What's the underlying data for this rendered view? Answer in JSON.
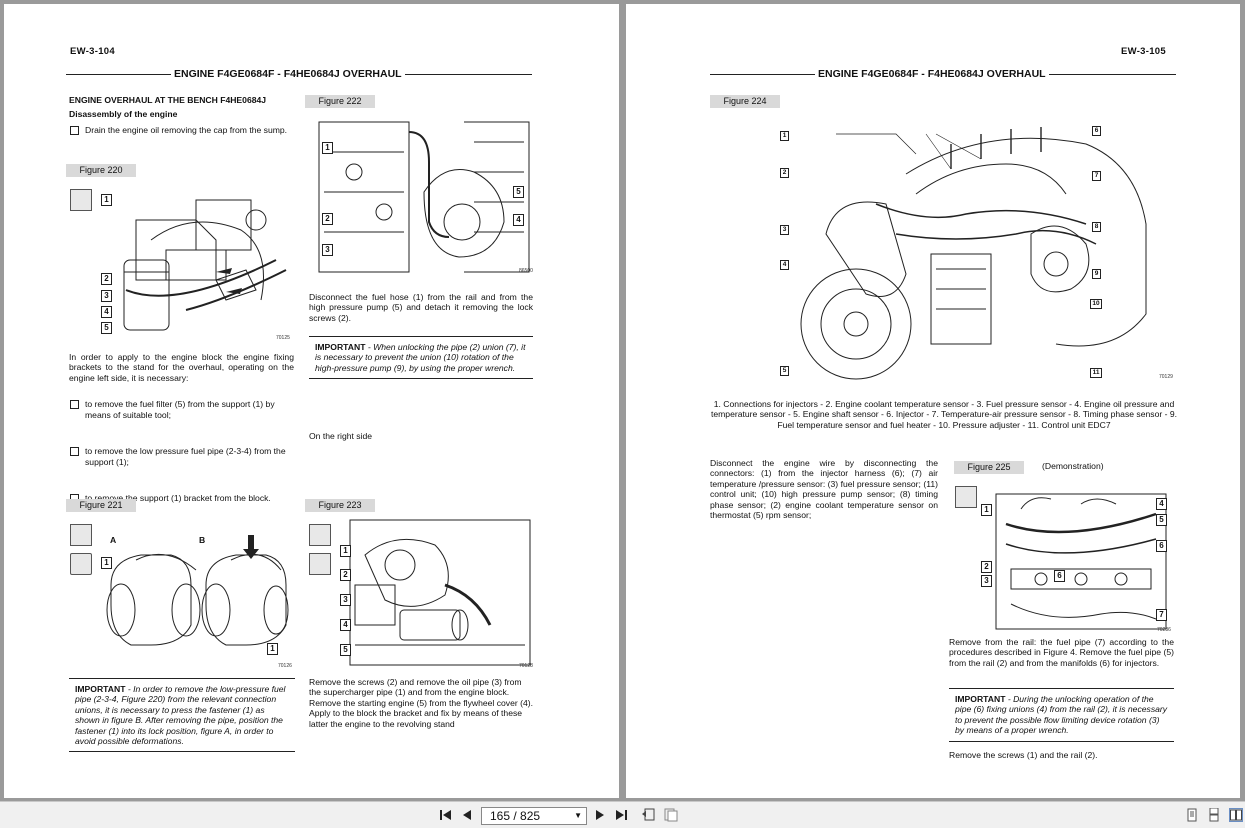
{
  "left_page": {
    "page_number": "EW-3-104",
    "header_title": "ENGINE F4GE0684F - F4HE0684J OVERHAUL",
    "section_title": "ENGINE OVERHAUL AT THE BENCH F4HE0684J",
    "subsection_title": "Disassembly of the engine",
    "step_drain": "Drain the engine oil removing the cap from the sump.",
    "intro_text": "In order to apply to the engine block the engine fixing brackets to the stand for the overhaul, operating on the engine left side, it is necessary:",
    "steps": [
      "to remove the fuel filter (5) from the support (1) by means of suitable tool;",
      "to remove the low pressure fuel pipe (2-3-4) from the support (1);",
      "to remove the support (1) bracket from the block."
    ],
    "figures": {
      "f220": {
        "label": "Figure 220",
        "code": "70125",
        "callouts": [
          "1",
          "2",
          "3",
          "4",
          "5"
        ]
      },
      "f221": {
        "label": "Figure 221",
        "code": "70126",
        "view_a": "A",
        "view_b": "B",
        "callouts": [
          "1",
          "1"
        ]
      },
      "f222": {
        "label": "Figure 222",
        "code": "86500",
        "callouts": [
          "1",
          "2",
          "3",
          "4",
          "5"
        ]
      },
      "f223": {
        "label": "Figure 223",
        "code": "70128",
        "callouts": [
          "1",
          "2",
          "3",
          "4",
          "5"
        ]
      }
    },
    "fig221_important_label": "IMPORTANT",
    "fig221_important_text": " - In order to remove the low-pressure fuel pipe (2-3-4, Figure 220) from the relevant connection unions, it is necessary to press the fastener (1) as shown in figure B. After removing the pipe, position the fastener (1) into its lock position, figure A, in order to avoid possible deformations.",
    "fig222_caption": "Disconnect the fuel hose (1) from the rail and from the high pressure pump (5) and detach it removing the lock screws (2).",
    "fig222_important_label": "IMPORTANT",
    "fig222_important_text": " - When unlocking the pipe (2) union (7), it is necessary to prevent the union (10) rotation of the high-pressure pump (9), by using the proper wrench.",
    "right_side_note": "On the right side",
    "fig223_caption": [
      "Remove the screws (2) and remove the oil pipe (3) from the supercharger pipe (1) and from the engine block.",
      "Remove the starting engine (5) from the flywheel cover (4).",
      "Apply to the block the bracket and fix by means of these latter the engine to the revolving stand"
    ]
  },
  "right_page": {
    "page_number": "EW-3-105",
    "header_title": "ENGINE F4GE0684F - F4HE0684J OVERHAUL",
    "figures": {
      "f224": {
        "label": "Figure 224",
        "code": "70129",
        "callouts": [
          "1",
          "2",
          "3",
          "4",
          "5",
          "6",
          "7",
          "8",
          "9",
          "10",
          "11"
        ]
      },
      "f225": {
        "label": "Figure 225",
        "note": "(Demonstration)",
        "code": "70236",
        "callouts": [
          "1",
          "2",
          "3",
          "4",
          "5",
          "6",
          "6",
          "7"
        ]
      }
    },
    "fig224_legend": "1. Connections for injectors - 2. Engine coolant temperature sensor - 3. Fuel pressure sensor - 4. Engine oil pressure and temperature sensor - 5. Engine shaft sensor - 6. Injector - 7. Temperature-air pressure sensor - 8. Timing phase sensor - 9. Fuel temperature sensor and fuel heater - 10. Pressure adjuster - 11. Control unit EDC7",
    "disconnect_text": "Disconnect the engine wire by disconnecting the connectors: (1) from the injector harness (6); (7) air temperature /pressure sensor: (3) fuel pressure sensor; (11) control unit; (10) high pressure pump sensor; (8) timing phase sensor; (2) engine coolant temperature sensor on thermostat (5) rpm sensor;",
    "fig225_caption": "Remove from the rail: the fuel pipe (7) according to the procedures described in Figure 4. Remove the fuel pipe (5) from the rail (2) and from the manifolds (6) for injectors.",
    "fig225_important_label": "IMPORTANT",
    "fig225_important_text": " - During the unlocking operation of the pipe (6) fixing unions (4) from the rail (2), it is necessary to prevent the possible flow limiting device rotation (3) by means of a proper wrench.",
    "final_step": "Remove the screws (1) and the rail (2)."
  },
  "toolbar": {
    "page_indicator": "165 / 825",
    "first_icon": "first-page-icon",
    "prev_icon": "prev-page-icon",
    "next_icon": "next-page-icon",
    "last_icon": "last-page-icon"
  }
}
